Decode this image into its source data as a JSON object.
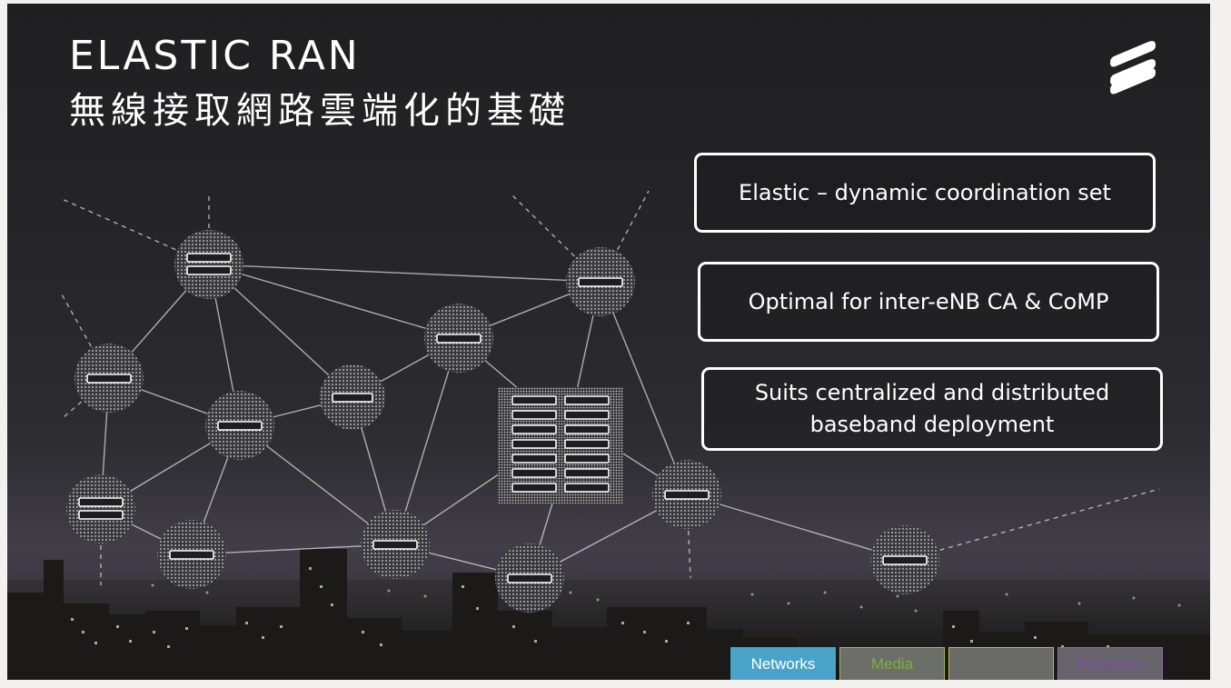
{
  "slide": {
    "title": "ELASTIC RAN",
    "subtitle": "無線接取網路雲端化的基礎"
  },
  "features": [
    {
      "text": "Elastic – dynamic coordination set"
    },
    {
      "text": "Optimal for inter-eNB CA & CoMP"
    },
    {
      "text": "Suits centralized and distributed baseband deployment"
    }
  ],
  "tabs": [
    {
      "label": "Networks",
      "active": true
    },
    {
      "label": "Media",
      "active": false
    },
    {
      "label": "",
      "active": false
    },
    {
      "label": "Industries",
      "active": false
    }
  ],
  "icons": {
    "logo": "ericsson-logo-icon",
    "node": "baseband-node-icon",
    "central": "server-rack-icon"
  },
  "colors": {
    "background": "#26262a",
    "text": "#ffffff",
    "tab_networks": "#4aa3c8",
    "tab_media": "#7fb03a",
    "tab_industries": "#7b4f9c"
  }
}
